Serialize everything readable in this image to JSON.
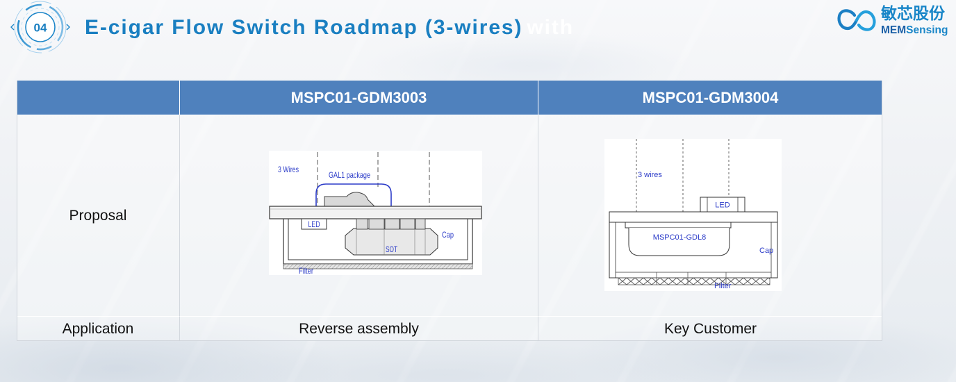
{
  "header": {
    "section_number": "04",
    "title": "E-cigar Flow Switch Roadmap (3-wires)",
    "title_trailing": "with"
  },
  "logo": {
    "name_cn": "敏芯股份",
    "name_en_prefix": "MEM",
    "name_en_suffix": "Sensing",
    "icon": "memsensing-logo-icon"
  },
  "colors": {
    "title": "#1a7fc1",
    "table_header_bg": "#4f81bd",
    "diagram_label": "#2b3bc8",
    "logo": "#1a86c8",
    "logo_dark": "#1b5fa6"
  },
  "table": {
    "columns": [
      "",
      "MSPC01-GDM3003",
      "MSPC01-GDM3004"
    ],
    "rows": [
      {
        "label": "Proposal",
        "cells": [
          {
            "labels": {
              "wires": "3 Wires",
              "package": "GAL1 package",
              "led": "LED",
              "cap": "Cap",
              "sot": "SOT",
              "filter": "Filter"
            }
          },
          {
            "labels": {
              "wires": "3 wires",
              "led": "LED",
              "chip": "MSPC01-GDL8",
              "cap": "Cap",
              "filter": "Filter"
            }
          }
        ]
      },
      {
        "label": "Application",
        "cells": [
          {
            "text": "Reverse assembly"
          },
          {
            "text": "Key Customer"
          }
        ]
      }
    ]
  }
}
